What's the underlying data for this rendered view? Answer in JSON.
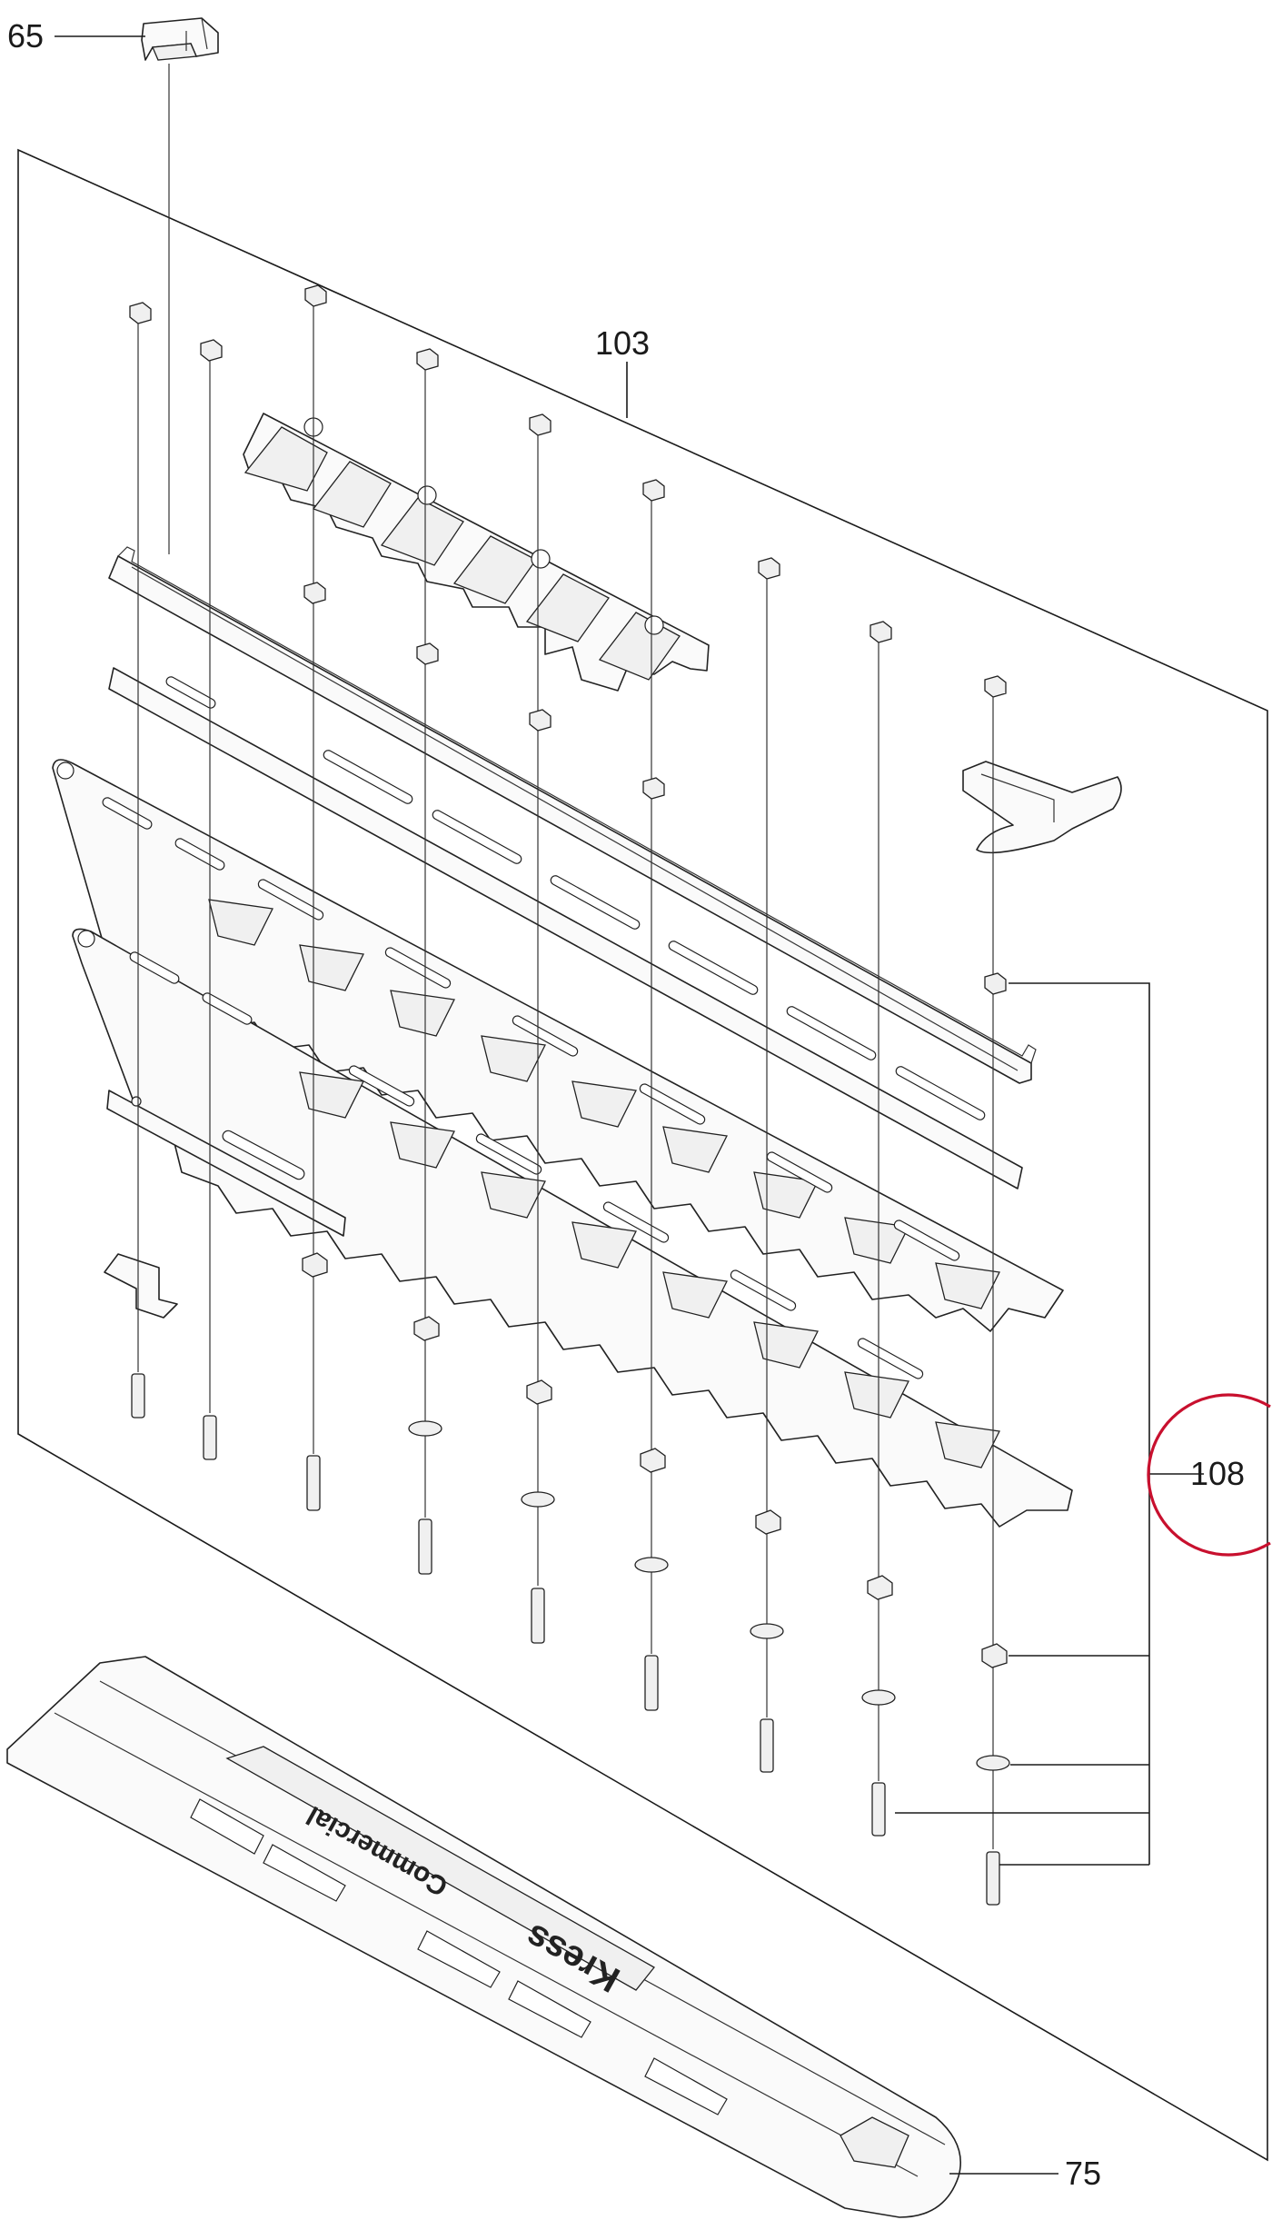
{
  "diagram": {
    "callouts": [
      {
        "id": "65",
        "label": "65",
        "highlighted": false
      },
      {
        "id": "103",
        "label": "103",
        "highlighted": false
      },
      {
        "id": "108",
        "label": "108",
        "highlighted": true
      },
      {
        "id": "75",
        "label": "75",
        "highlighted": false
      }
    ],
    "cover_logo": {
      "brand": "Kress",
      "line": "Commercial"
    },
    "colors": {
      "line": "#1a1a1a",
      "highlight": "#c8102e",
      "background": "#ffffff"
    }
  }
}
